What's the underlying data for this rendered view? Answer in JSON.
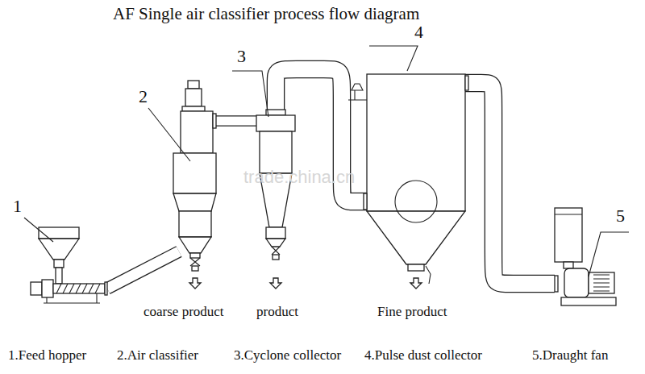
{
  "diagram": {
    "title": "AF Single air classifier process flow diagram",
    "nodes": [
      {
        "text": [
          "1"
        ]
      },
      {
        "text": [
          "2"
        ]
      },
      {
        "text": [
          "3"
        ]
      },
      {
        "text": [
          "4"
        ]
      },
      {
        "text": [
          "5"
        ]
      }
    ],
    "edges": [
      {
        "from": 0,
        "to": 1,
        "arrow": "none"
      },
      {
        "from": 1,
        "to": 2,
        "arrow": "none"
      },
      {
        "from": 2,
        "to": 3,
        "arrow": "none"
      },
      {
        "from": 3,
        "to": 4,
        "arrow": "none"
      }
    ],
    "labels": [
      "coarse product",
      "product",
      "Fine product",
      "trade.china.cn",
      "1.Feed hopper",
      "2.Air classifier",
      "3.Cyclone collector",
      "4.Pulse dust collector",
      "5.Draught fan"
    ]
  }
}
